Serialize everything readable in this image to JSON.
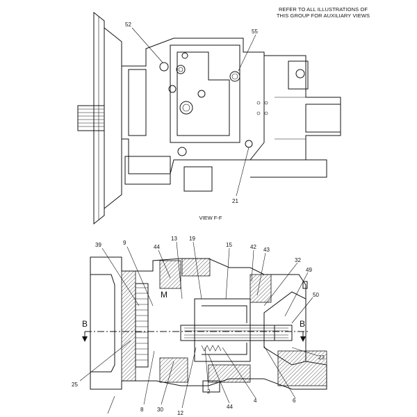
{
  "header_note": [
    "REFER TO ALL ILLUSTRATIONS OF",
    "THIS GROUP FOR AUXILIARY VIEWS"
  ],
  "view_label": "VIEW F-F",
  "section_markers": {
    "left": "B",
    "right": "B",
    "M": "M"
  },
  "top_callouts": [
    "52",
    "55",
    "21"
  ],
  "bottom_callouts": [
    "39",
    "9",
    "44",
    "13",
    "19",
    "15",
    "42",
    "43",
    "32",
    "49",
    "50",
    "23",
    "6",
    "4",
    "44",
    "2",
    "12",
    "30",
    "8",
    "25"
  ]
}
